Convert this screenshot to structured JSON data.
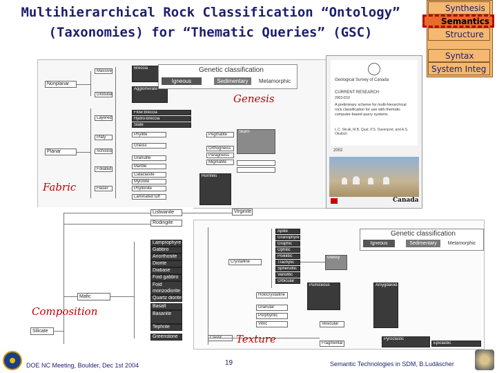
{
  "slide": {
    "title_line1": "Multihierarchical Rock Classification “Ontology”",
    "title_line2": "(Taxonomies) for “Thematic Queries” (GSC)"
  },
  "stack": [
    "Synthesis",
    "Semantics",
    "Structure",
    "Syntax",
    "System Integ"
  ],
  "labels": {
    "genesis": "Genesis",
    "fabric": "Fabric",
    "composition": "Composition",
    "texture": "Texture"
  },
  "tree1": {
    "roots": [
      "Nonplanar",
      "Planar"
    ],
    "mid": [
      "Massive",
      "Globular",
      "Layered",
      "Platy",
      "Schistose",
      "Foliated",
      "Flaser"
    ],
    "leaves": [
      "Breccia",
      "Agglomerate",
      "Flow breccia",
      "Hydro-breccia",
      "Slate",
      "Phyllite",
      "Gneiss",
      "Granulite",
      "Marble",
      "Cataclasite",
      "Mylonite",
      "Phyllonite",
      "Laminated tuff"
    ],
    "right": [
      "Pegmatite",
      "Orthogneiss",
      "Paragneiss",
      "Migmatite",
      "Hornfels",
      "Skarn"
    ],
    "gc_title": "Genetic classification",
    "gc_tabs": [
      "Igneous",
      "Sedimentary",
      "Metamorphic"
    ]
  },
  "cover": {
    "org": "Geological Survey of Canada",
    "series": "CURRENT RESEARCH",
    "year_range": "2003-D10",
    "abstract": "A preliminary scheme for multi-hierarchical rock classification for use with thematic computer-based query systems",
    "authors": "L.C. Struik, M.B. Quat, P.S. Davenport, and A.S. Okulitch",
    "year": "2002",
    "brand": "Canada"
  },
  "tree2": {
    "root": "Silicate",
    "mafic": "Mafic",
    "items": [
      "Listwanite",
      "Rodingite",
      "Lamprophyre",
      "Gabbro",
      "Anorthosite",
      "Diorite",
      "Diabase",
      "Foid gabbro",
      "Foid monzodiorite",
      "Quartz diorite",
      "Basalt",
      "Basanite",
      "Tephrite",
      "Greenstone"
    ],
    "virginite": "Virginite"
  },
  "tree3": {
    "gc_title": "Genetic classification",
    "gc_tabs": [
      "Igneous",
      "Sedimentary",
      "Metamorphic"
    ],
    "mid": [
      "Crystalline",
      "Holocrystalline",
      "Granular",
      "Porphyritic",
      "Vitric",
      "Clastic"
    ],
    "leaves": [
      "Aplite",
      "Granophyre",
      "Graphic",
      "Ophitic",
      "Poikilitic",
      "Trachytic",
      "Spherulitic",
      "Variolitic",
      "Orbicular",
      "Glassy",
      "Pumiceous",
      "Amygdaloidal",
      "Vesicular",
      "Fragmental",
      "Pyroclastic",
      "Epiclastic"
    ]
  },
  "footer": {
    "meeting": "DOE NC Meeting, Boulder, Dec 1st 2004",
    "page": "19",
    "credit": "Semantic Technologies in SDM, B.Ludäscher"
  }
}
